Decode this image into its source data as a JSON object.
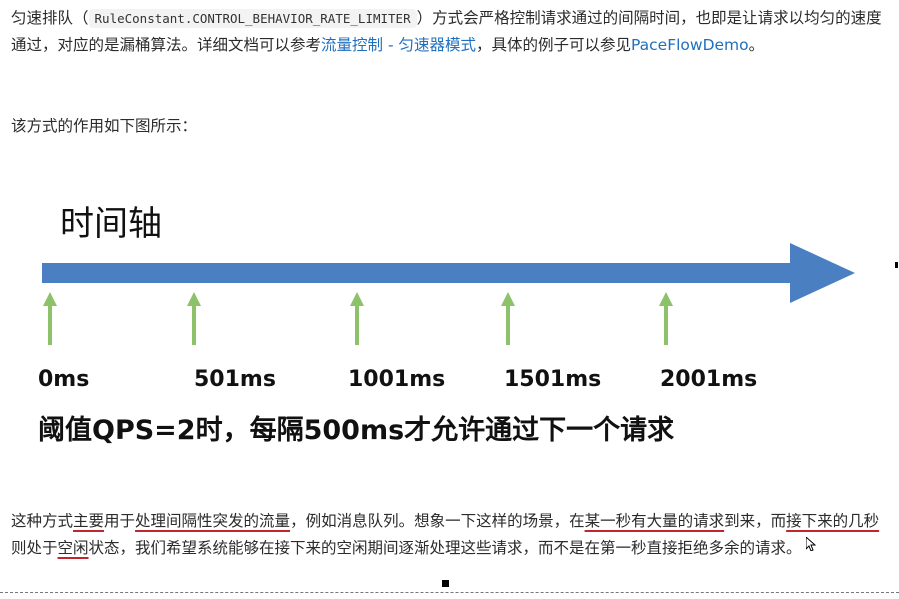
{
  "para1": {
    "t1": "匀速排队（",
    "code": "RuleConstant.CONTROL_BEHAVIOR_RATE_LIMITER",
    "t2": "）方式会严格控制请求通过的间隔时间，也即是让请求以均匀的速度通过，对应的是漏桶算法。详细文档可以参考",
    "link1": "流量控制 - 匀速器模式",
    "t3": "，具体的例子可以参见",
    "link2": "PaceFlowDemo",
    "t4": "。"
  },
  "para2": "该方式的作用如下图所示：",
  "figure": {
    "axis_title": "时间轴",
    "ticks": [
      "0ms",
      "501ms",
      "1001ms",
      "1501ms",
      "2001ms"
    ],
    "threshold_text": "阈值QPS=2时，每隔500ms才允许通过下一个请求",
    "colors": {
      "axis_arrow": "#4a7fc1",
      "tick_arrow": "#8dc26a"
    }
  },
  "para3": {
    "s1": "这种方式",
    "u1": "主要",
    "s2": "用于",
    "u2": "处理间隔性突发的流量",
    "s3": "，例如消息队列。想象一下这样的场景，在",
    "u3": "某一秒有大量的请求",
    "s4": "到来，而",
    "u4": "接下来的几秒",
    "s5": "则处于",
    "u5": "空闲",
    "s6": "状态，我们希望系统能够在接下来的空闲期间逐渐处理这些请求，而不是在第一秒直接拒绝多余的请求。"
  }
}
